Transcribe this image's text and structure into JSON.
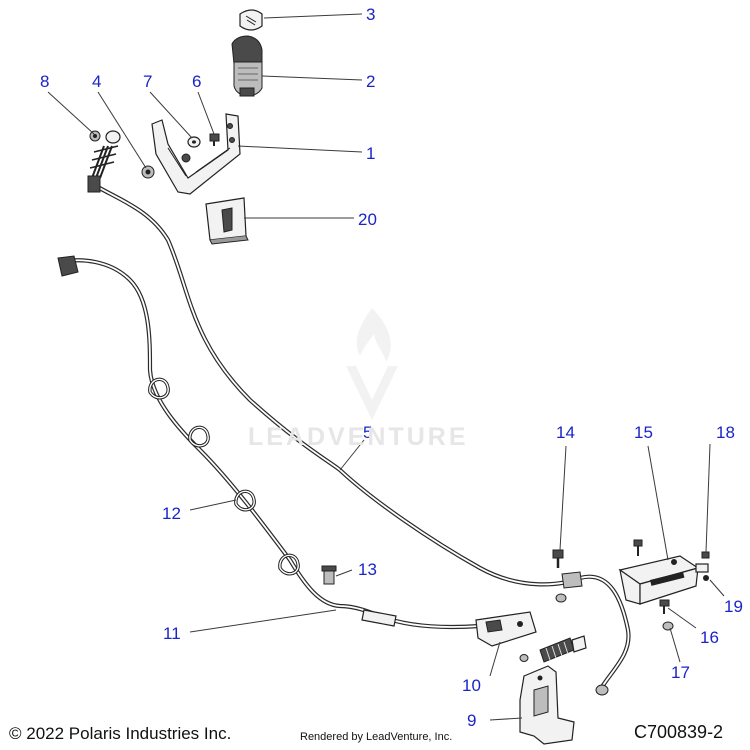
{
  "footer": {
    "copyright": "© 2022 Polaris Industries Inc.",
    "rendered_by": "Rendered by LeadVenture, Inc.",
    "diagram_id": "C700839-2"
  },
  "watermark": {
    "text": "LEADVENTURE",
    "icon": "leadventure-flame-logo"
  },
  "callouts": [
    {
      "id": "1",
      "label": "1"
    },
    {
      "id": "2",
      "label": "2"
    },
    {
      "id": "3",
      "label": "3"
    },
    {
      "id": "4",
      "label": "4"
    },
    {
      "id": "5",
      "label": "5"
    },
    {
      "id": "6",
      "label": "6"
    },
    {
      "id": "7",
      "label": "7"
    },
    {
      "id": "8",
      "label": "8"
    },
    {
      "id": "9",
      "label": "9"
    },
    {
      "id": "10",
      "label": "10"
    },
    {
      "id": "11",
      "label": "11"
    },
    {
      "id": "12",
      "label": "12"
    },
    {
      "id": "13",
      "label": "13"
    },
    {
      "id": "14",
      "label": "14"
    },
    {
      "id": "15",
      "label": "15"
    },
    {
      "id": "16",
      "label": "16"
    },
    {
      "id": "17",
      "label": "17"
    },
    {
      "id": "18",
      "label": "18"
    },
    {
      "id": "19",
      "label": "19"
    },
    {
      "id": "20",
      "label": "20"
    }
  ],
  "colors": {
    "callout": "#1a24c8",
    "line": "#2b2b2b",
    "watermark": "#e6e6e6"
  }
}
